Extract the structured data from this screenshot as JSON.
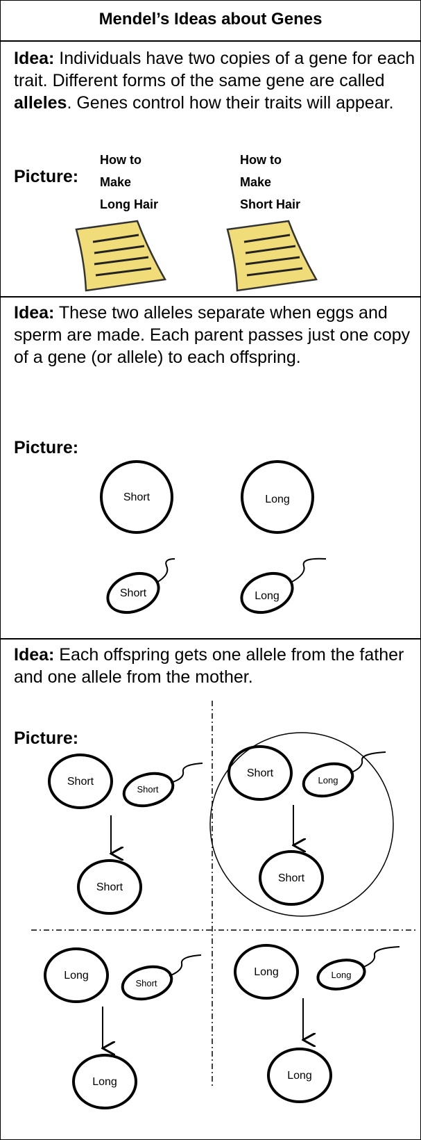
{
  "title": "Mendel’s Ideas about Genes",
  "section1": {
    "idea_label": "Idea:",
    "idea_part1": " Individuals have two copies of a gene for each trait. Different forms of the same gene are called ",
    "idea_bold": "alleles",
    "idea_part2": ". Genes control how their traits will appear.",
    "picture_label": "Picture:",
    "note_left": [
      "How to",
      "Make",
      "Long Hair"
    ],
    "note_right": [
      "How to",
      "Make",
      "Short Hair"
    ]
  },
  "section2": {
    "idea_label": "Idea:",
    "idea_text": " These two alleles separate when eggs and sperm are made. Each parent passes just one copy of a gene (or allele) to each offspring.",
    "picture_label": "Picture:",
    "eggs": [
      "Short",
      "Long"
    ],
    "sperms": [
      "Short",
      "Long"
    ]
  },
  "section3": {
    "idea_label": "Idea:",
    "idea_text": " Each offspring gets one allele from the father and one allele from the mother.",
    "picture_label": "Picture:",
    "quadrants": [
      {
        "egg": "Short",
        "sperm": "Short",
        "offspring": "Short"
      },
      {
        "egg": "Short",
        "sperm": "Long",
        "offspring": "Short"
      },
      {
        "egg": "Long",
        "sperm": "Short",
        "offspring": "Long"
      },
      {
        "egg": "Long",
        "sperm": "Long",
        "offspring": "Long"
      }
    ]
  },
  "colors": {
    "note_fill": "#f0dc78",
    "border": "#000000"
  }
}
